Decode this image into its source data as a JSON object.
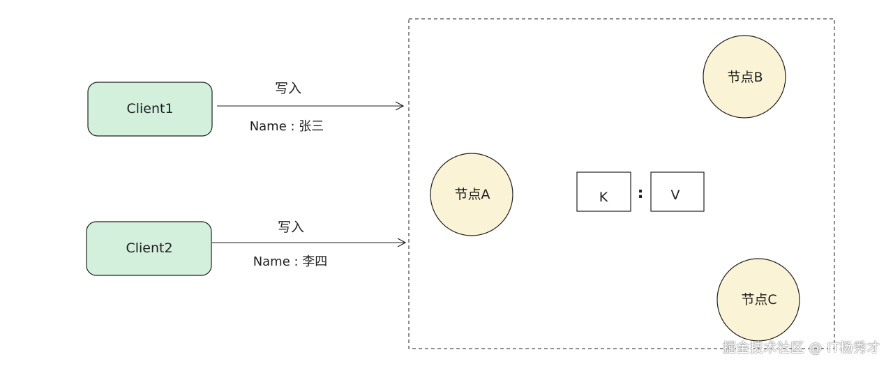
{
  "clients": [
    {
      "label": "Client1"
    },
    {
      "label": "Client2"
    }
  ],
  "writes": [
    {
      "action": "写入",
      "payload": "Name : 张三"
    },
    {
      "action": "写入",
      "payload": "Name : 李四"
    }
  ],
  "nodes": {
    "a": "节点A",
    "b": "节点B",
    "c": "节点C"
  },
  "kv": {
    "key": "K",
    "separator": ":",
    "value": "V"
  },
  "watermark": "掘金技术社区 @ IT杨秀才",
  "colors": {
    "client_fill": "#d3f0dd",
    "node_fill": "#fbf3d5",
    "stroke": "#1e1e1e"
  }
}
